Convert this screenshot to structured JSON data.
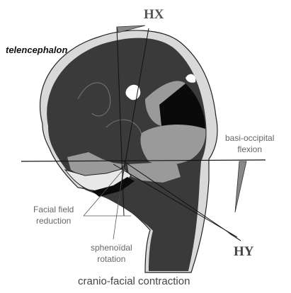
{
  "labels": {
    "hx": "HX",
    "hy": "HY",
    "telencephalon": "telencephalon",
    "basi_occipital": [
      "basi-occipital",
      "flexion"
    ],
    "facial_field": [
      "Facial field",
      "reduction"
    ],
    "sphenoidal": [
      "sphenoïdal",
      "rotation"
    ],
    "caption": "cranio-facial contraction"
  },
  "colors": {
    "dark_tissue": "#3a3a3a",
    "black_region": "#0a0a0a",
    "gray_region": "#9a9a9a",
    "light_tissue": "#d9d9d9",
    "outline": "#222222",
    "label_gray": "#666666",
    "background": "#ffffff"
  }
}
